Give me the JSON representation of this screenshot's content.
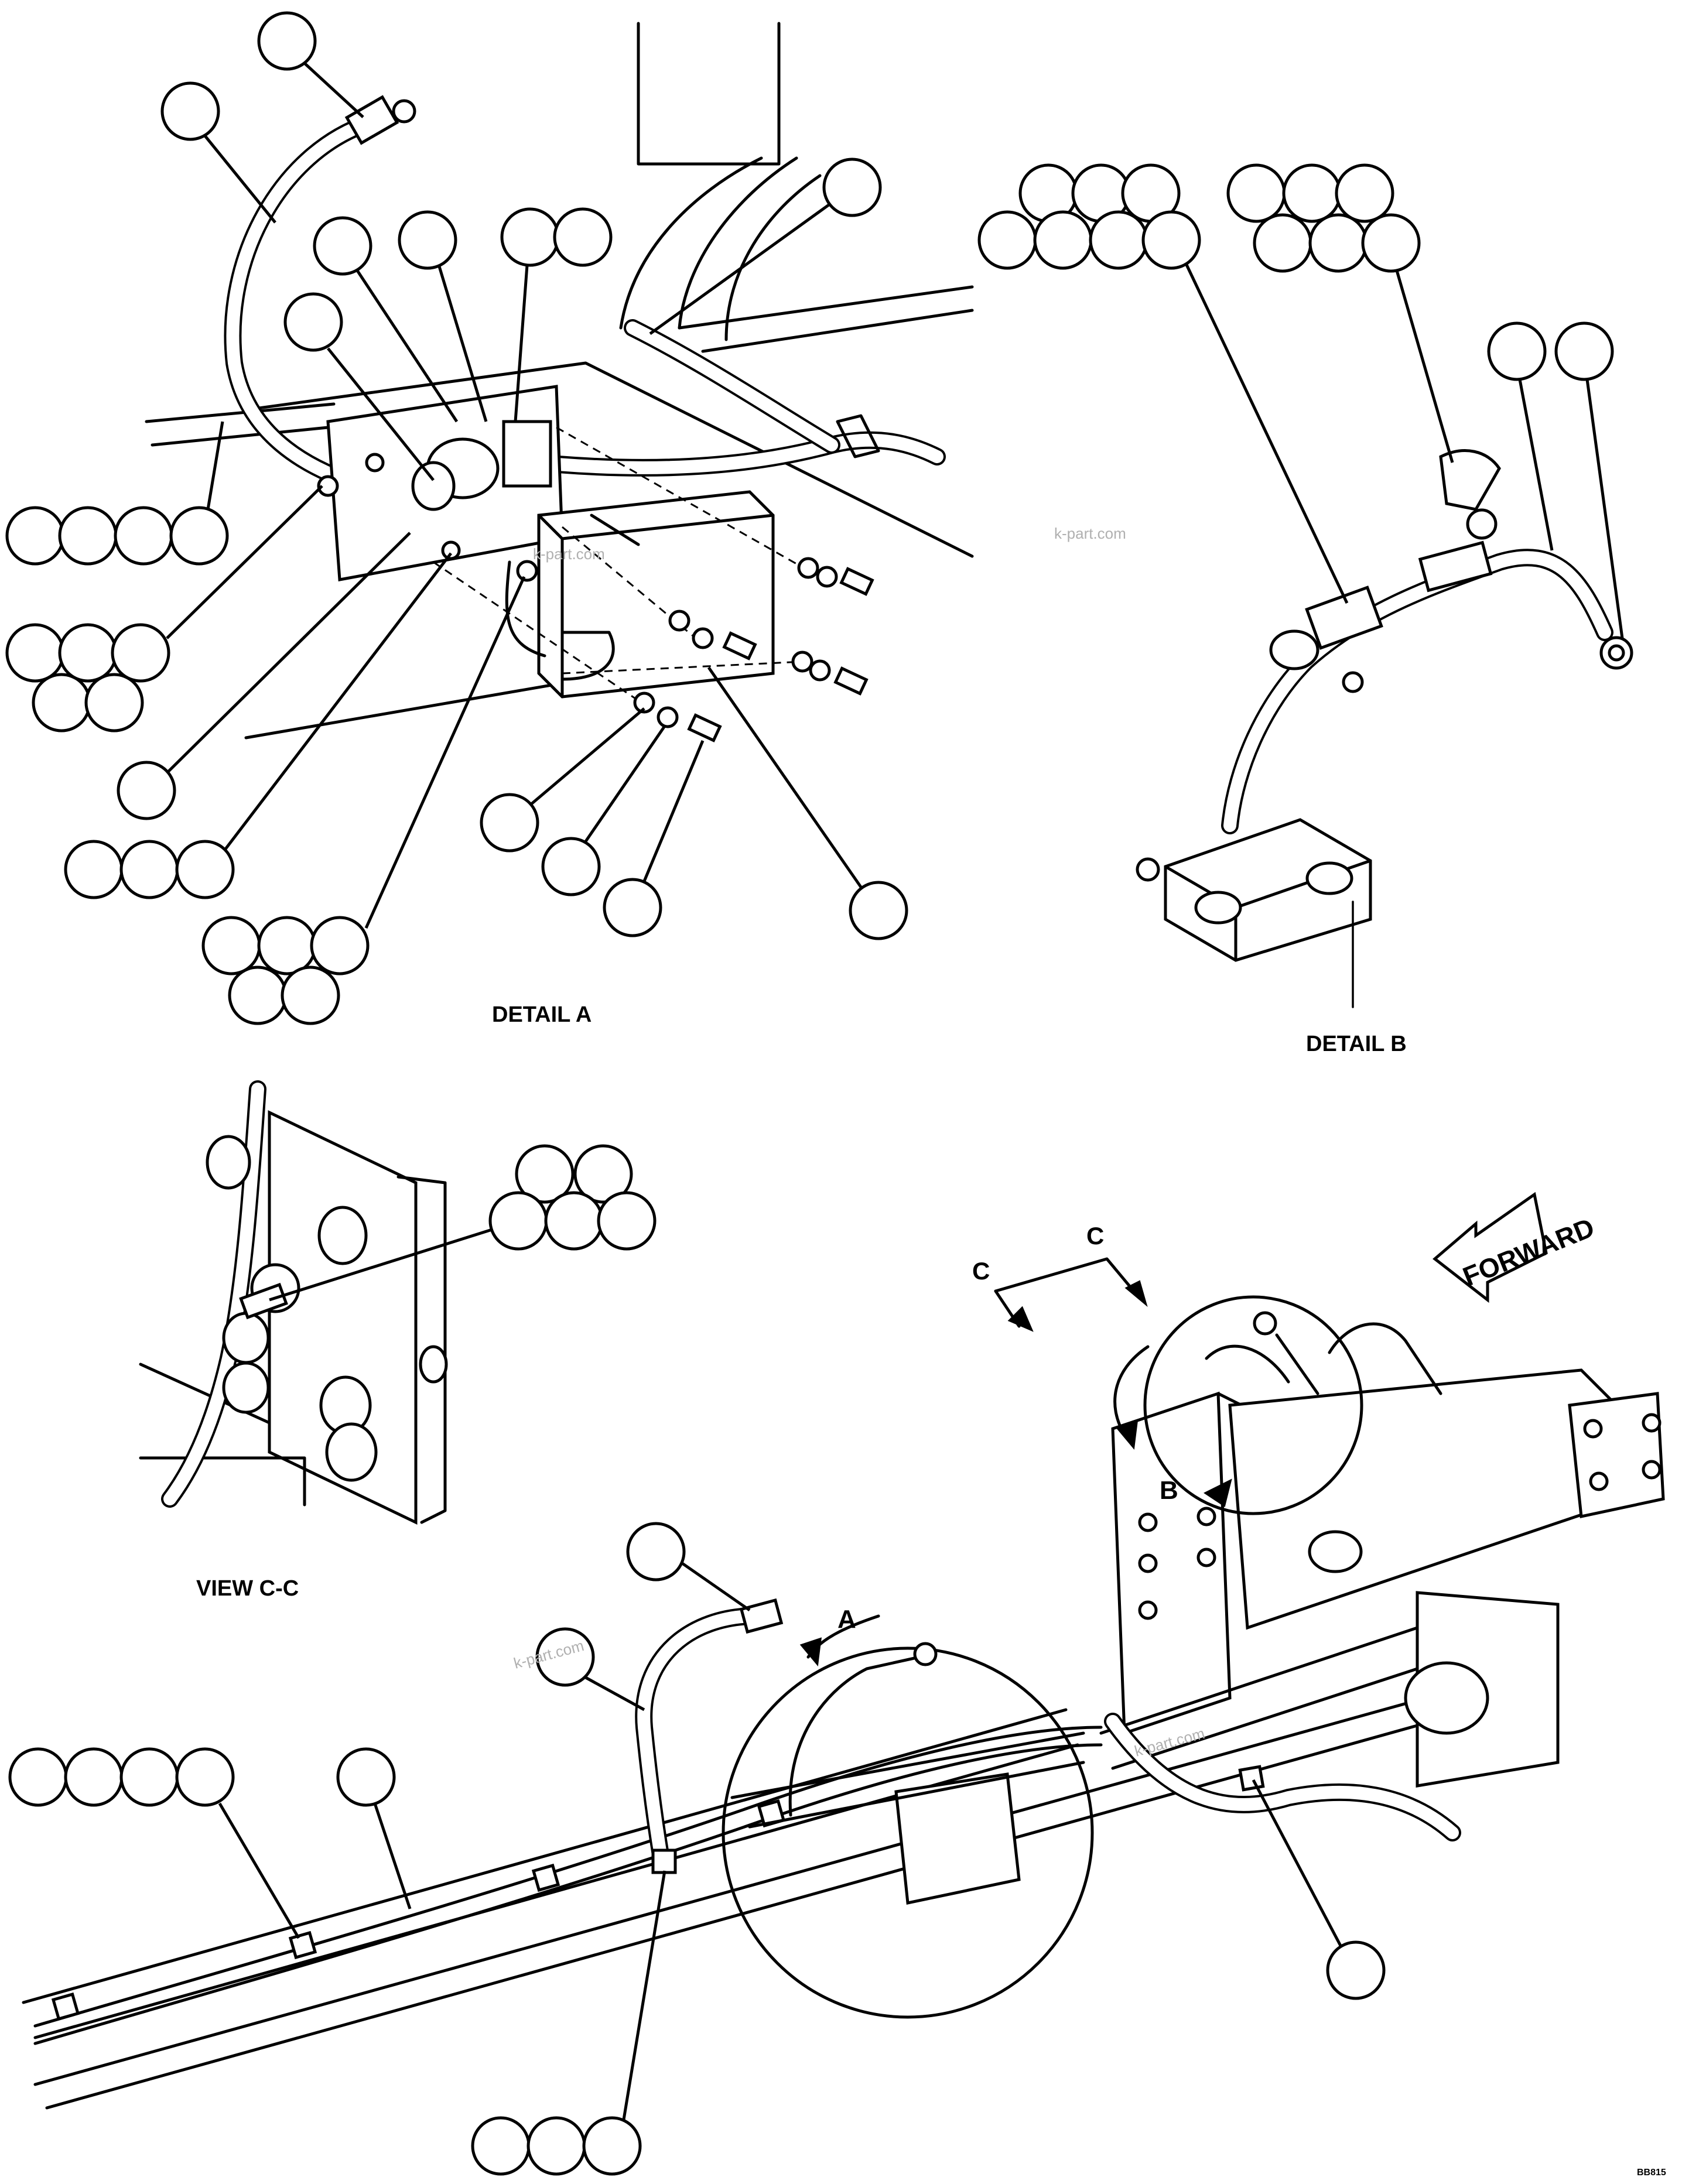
{
  "captions": {
    "detail_a": "DETAIL A",
    "detail_b": "DETAIL B",
    "view_cc": "VIEW C-C"
  },
  "view_markers": {
    "section_c_left": "C",
    "section_c_right": "C",
    "detail_a_ref": "A",
    "detail_b_ref": "B"
  },
  "direction_arrow": {
    "label": "FORWARD"
  },
  "watermark": "k-part.com",
  "figure_code": "BB815"
}
